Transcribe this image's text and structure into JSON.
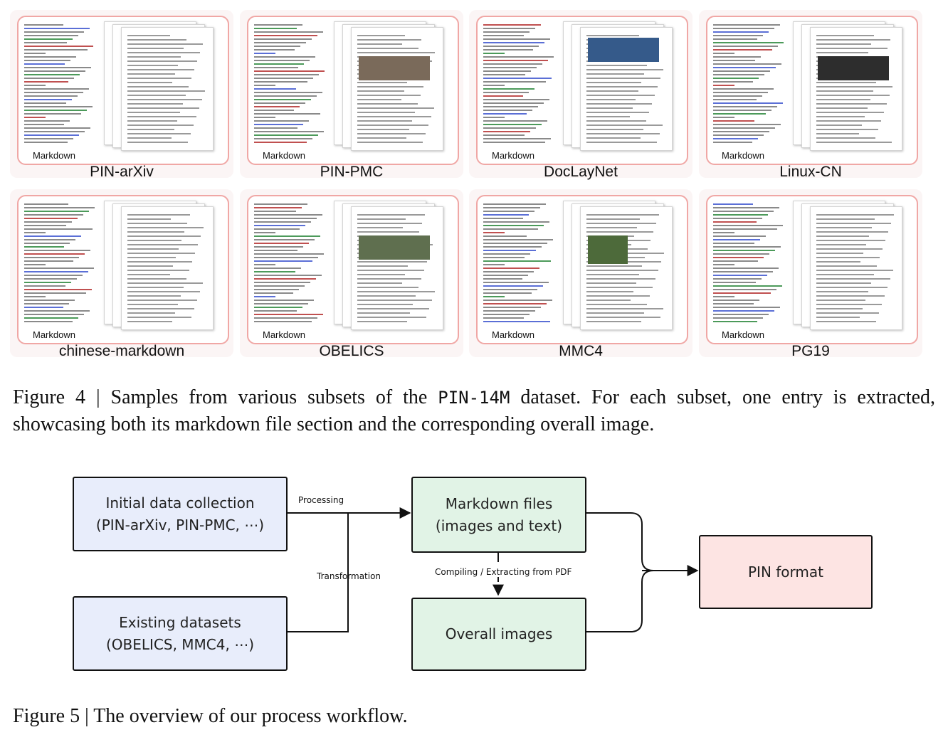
{
  "figure4": {
    "panels": [
      {
        "label": "PIN-arXiv",
        "md_caption": "Markdown"
      },
      {
        "label": "PIN-PMC",
        "md_caption": "Markdown"
      },
      {
        "label": "DocLayNet",
        "md_caption": "Markdown"
      },
      {
        "label": "Linux-CN",
        "md_caption": "Markdown"
      },
      {
        "label": "chinese-markdown",
        "md_caption": "Markdown"
      },
      {
        "label": "OBELICS",
        "md_caption": "Markdown"
      },
      {
        "label": "MMC4",
        "md_caption": "Markdown"
      },
      {
        "label": "PG19",
        "md_caption": "Markdown"
      }
    ],
    "caption_prefix": "Figure 4 | Samples from various subsets of the ",
    "caption_dataset": "PIN-14M",
    "caption_rest": " dataset. For each subset, one entry is extracted, showcasing both its markdown file section and the corresponding overall image."
  },
  "figure5": {
    "nodes": {
      "initial_line1": "Initial data collection",
      "initial_line2": "(PIN-arXiv, PIN-PMC, ⋯)",
      "existing_line1": "Existing datasets",
      "existing_line2": "(OBELICS, MMC4, ⋯)",
      "markdown_line1": "Markdown files",
      "markdown_line2": "(images and text)",
      "overall": "Overall images",
      "pin": "PIN format"
    },
    "edges": {
      "processing": "Processing",
      "transformation": "Transformation",
      "compiling": "Compiling / Extracting from PDF"
    },
    "colors": {
      "blue": "#e8edfb",
      "green": "#e1f3e6",
      "red": "#fde4e3",
      "card_border": "#f0a7a5"
    },
    "caption": "Figure 5 | The overview of our process workflow."
  }
}
